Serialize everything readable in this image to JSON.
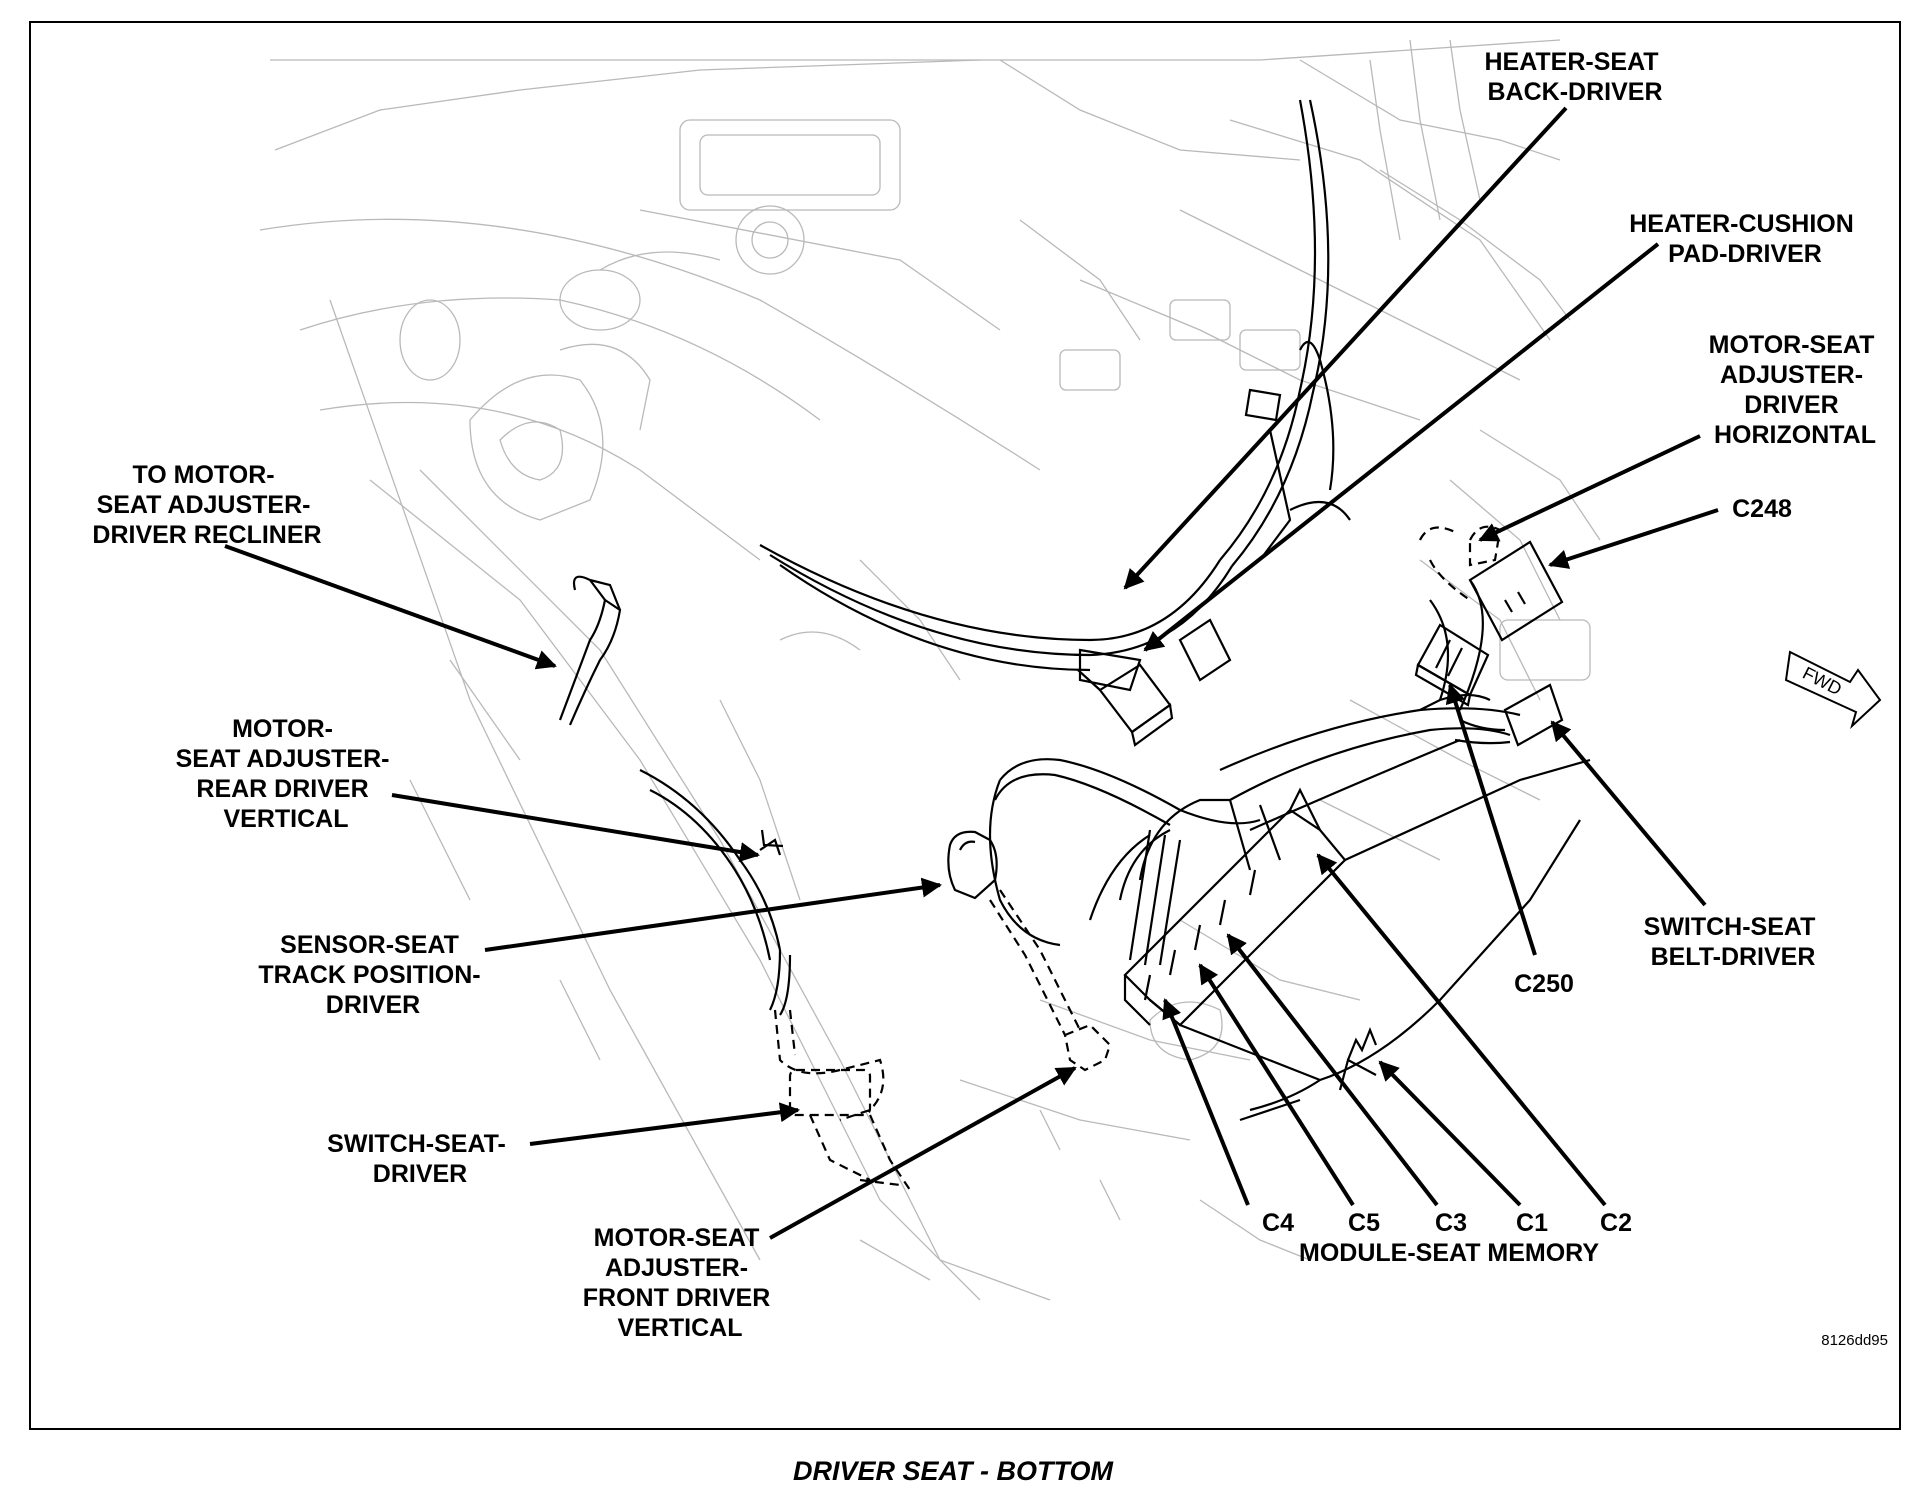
{
  "labels": {
    "heater_seat_back": [
      "HEATER-SEAT",
      "BACK-DRIVER"
    ],
    "heater_cushion": [
      "HEATER-CUSHION",
      "PAD-DRIVER"
    ],
    "motor_horizontal": [
      "MOTOR-SEAT",
      "ADJUSTER-",
      "DRIVER",
      "HORIZONTAL"
    ],
    "c248": "C248",
    "to_motor_recliner": [
      "TO MOTOR-",
      "SEAT ADJUSTER-",
      "DRIVER RECLINER"
    ],
    "motor_rear_vertical": [
      "MOTOR-",
      "SEAT ADJUSTER-",
      "REAR DRIVER",
      "VERTICAL"
    ],
    "sensor_track": [
      "SENSOR-SEAT",
      "TRACK POSITION-",
      "DRIVER"
    ],
    "switch_seat": [
      "SWITCH-SEAT-",
      "DRIVER"
    ],
    "motor_front_vertical": [
      "MOTOR-SEAT",
      "ADJUSTER-",
      "FRONT DRIVER",
      "VERTICAL"
    ],
    "switch_belt": [
      "SWITCH-SEAT",
      "BELT-DRIVER"
    ],
    "c250": "C250",
    "connectors": [
      "C4",
      "C5",
      "C3",
      "C1",
      "C2"
    ],
    "module": "MODULE-SEAT MEMORY"
  },
  "fwd_tag": "FWD",
  "figure_code": "8126dd95",
  "caption": "DRIVER SEAT - BOTTOM"
}
